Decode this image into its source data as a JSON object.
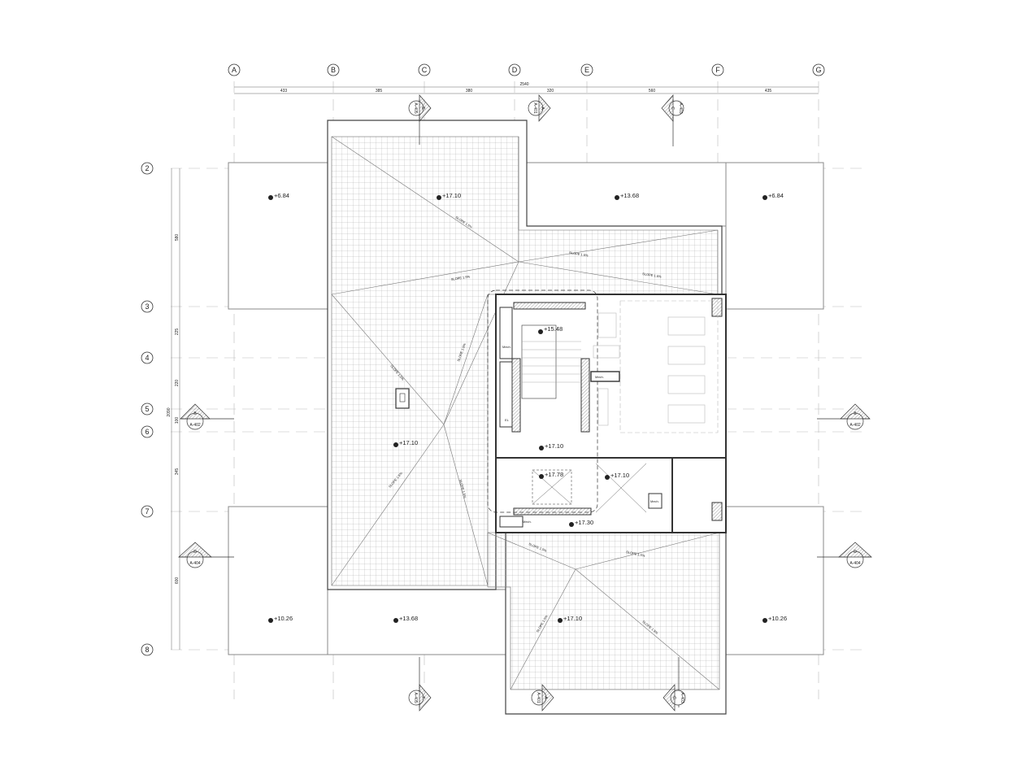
{
  "grid_columns": [
    "A",
    "B",
    "C",
    "D",
    "E",
    "F",
    "G"
  ],
  "grid_rows": [
    "2",
    "3",
    "4",
    "5",
    "6",
    "7",
    "8"
  ],
  "dimensions_horizontal": {
    "total": "2540",
    "segments": [
      "433",
      "385",
      "380",
      "320",
      "560",
      "435"
    ]
  },
  "dimensions_vertical": {
    "total": "2090",
    "segments": [
      "580",
      "225",
      "220",
      "100",
      "345",
      "600"
    ]
  },
  "section_markers": [
    {
      "letter": "E",
      "sheet": "A-405"
    },
    {
      "letter": "A",
      "sheet": "A-401"
    },
    {
      "letter": "C",
      "sheet": "A-403"
    },
    {
      "letter": "B",
      "sheet": "A-402"
    },
    {
      "letter": "B",
      "sheet": "A-402"
    },
    {
      "letter": "D",
      "sheet": "A-404"
    },
    {
      "letter": "D",
      "sheet": "A-404"
    },
    {
      "letter": "F",
      "sheet": "A-405"
    },
    {
      "letter": "A",
      "sheet": "A-401"
    },
    {
      "letter": "C",
      "sheet": "A-403"
    }
  ],
  "elevations": [
    "+6.84",
    "+17.10",
    "+13.68",
    "+6.84",
    "+15.48",
    "+17.10",
    "+17.10",
    "+17.78",
    "+17.10",
    "+17.30",
    "+10.26",
    "+13.68",
    "+17.10",
    "+10.26"
  ],
  "slope_label": "SLOPE 1.5%",
  "room_labels": {
    "mech": "Mech.",
    "el": "EL"
  }
}
